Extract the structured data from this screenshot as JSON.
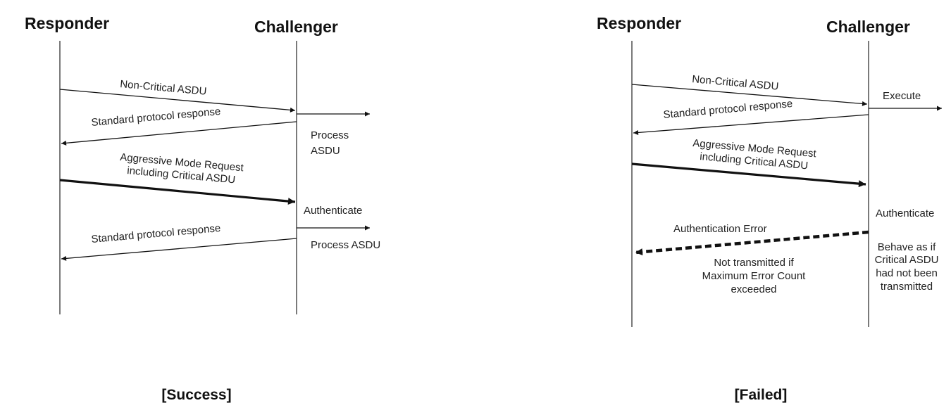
{
  "success": {
    "responder": "Responder",
    "challenger": "Challenger",
    "msg_noncritical": "Non-Critical ASDU",
    "msg_response1": "Standard protocol response",
    "note_process1": [
      "Process",
      "ASDU"
    ],
    "msg_aggressive": [
      "Aggressive Mode Request",
      "including Critical ASDU"
    ],
    "note_authenticate": "Authenticate",
    "msg_response2": "Standard protocol response",
    "note_process2": "Process ASDU",
    "caption": "[Success]"
  },
  "failed": {
    "responder": "Responder",
    "challenger": "Challenger",
    "msg_noncritical": "Non-Critical ASDU",
    "note_execute": "Execute",
    "msg_response": "Standard protocol response",
    "msg_aggressive": [
      "Aggressive Mode Request",
      "including Critical ASDU"
    ],
    "note_authenticate": "Authenticate",
    "msg_auth_error": "Authentication Error",
    "note_not_transmitted": [
      "Not transmitted if",
      "Maximum Error Count",
      "exceeded"
    ],
    "note_behave": [
      "Behave as if",
      "Critical ASDU",
      "had not been",
      "transmitted"
    ],
    "caption": "[Failed]"
  }
}
